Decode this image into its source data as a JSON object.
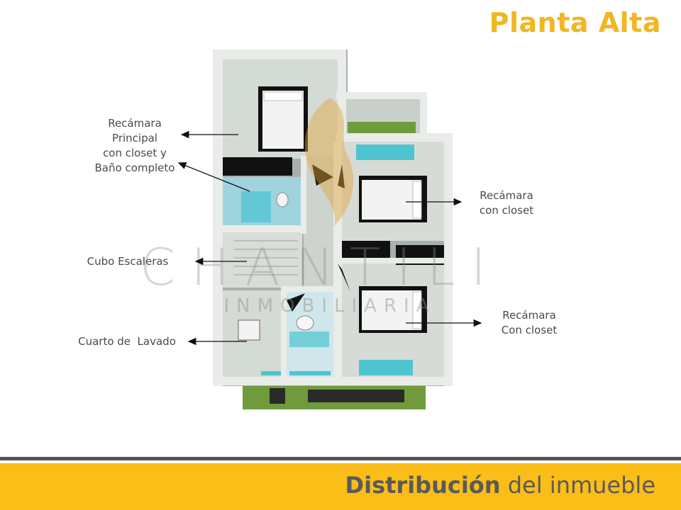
{
  "title": "Planta Alta",
  "labels": {
    "master": [
      "Recámara",
      "Principal",
      "con closet y",
      "Baño completo"
    ],
    "bedroom_1": [
      "Recámara",
      "con closet"
    ],
    "bedroom_2": [
      "Recámara",
      "Con closet"
    ],
    "stairs": "Cubo Escaleras",
    "laundry": "Cuarto de  Lavado"
  },
  "watermark": {
    "brand": "CHANTILI",
    "sub": "INMOBILIARIA"
  },
  "footer": {
    "bold": "Distribución",
    "rest": " del inmueble"
  },
  "colors": {
    "accent": "#f2b621",
    "footer_bar": "#fbbd17",
    "text": "#4a4a4a",
    "pool_blue": "#4fc4d1",
    "grass": "#6f9b3c"
  }
}
